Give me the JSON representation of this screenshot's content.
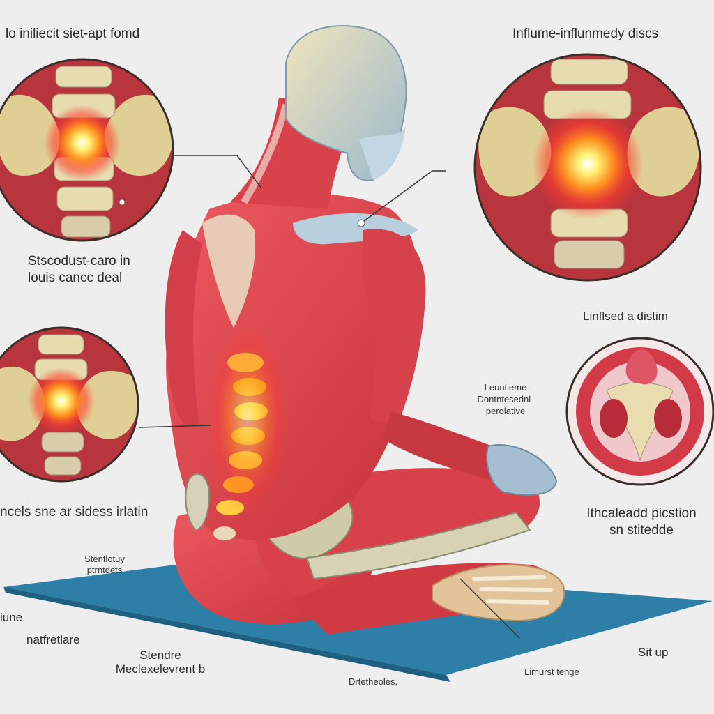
{
  "labels": {
    "top_left": "lo iniliecit siet-apt fomd",
    "top_right": "Influme-influnmedy discs",
    "mid_left_1": "Stscodust-caro in",
    "mid_left_2": "louis cancc deal",
    "right_mid": "Linflsed a distim",
    "center_1": "Leuntieme",
    "center_2": "Dontntesednl-",
    "center_3": "perolative",
    "lower_left": "ncels sne ar sidess irlatin",
    "lower_right_1": "Ithcaleadd picstion",
    "lower_right_2": "sn stitedde",
    "bottom_small_1": "Stentlotuy",
    "bottom_small_2": "ptrntdets",
    "left_edge": "iune",
    "bottom_left_1": "natfretlare",
    "bottom_left_2": "Stendre",
    "bottom_left_3": "Meclexelevrent b",
    "bottom_center": "Drtetheoles,",
    "bottom_mid_right": "Limurst tenge",
    "bottom_right": "Sit up"
  },
  "colors": {
    "background": "#eeeeee",
    "muscle": "#e0474f",
    "muscle_dark": "#b52a33",
    "bone": "#e6dcb0",
    "skin_blue": "#a9c4d6",
    "inflammation": "#ffb020",
    "mat": "#2d7fa8"
  },
  "icons": {
    "inset_top_left": "inflamed-lumbar-joint-inset",
    "inset_top_right": "inflamed-discs-inset",
    "inset_mid_left": "inflamed-sacral-joint-inset",
    "inset_mid_right": "disc-cross-section-inset"
  }
}
